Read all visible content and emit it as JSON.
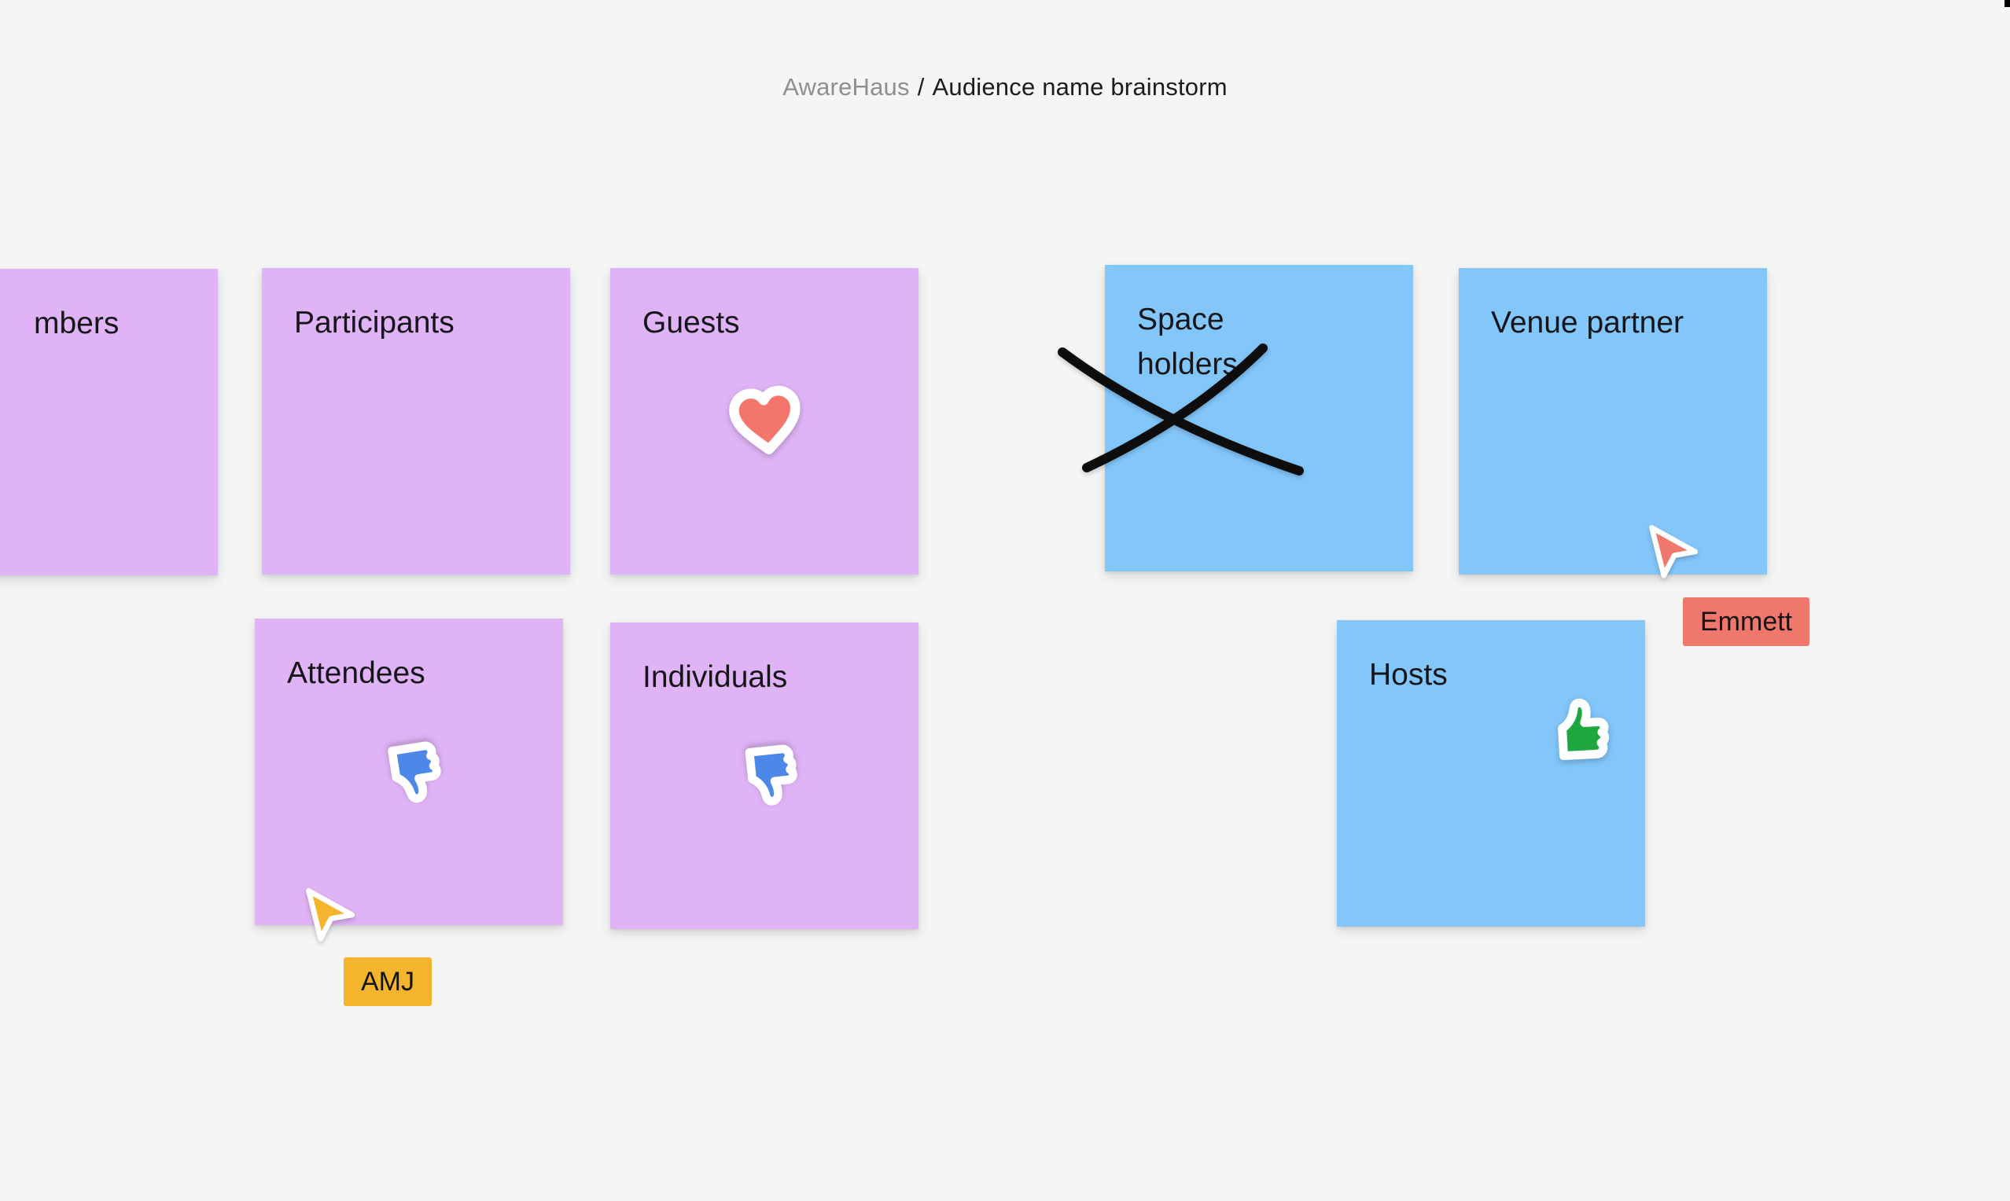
{
  "breadcrumb": {
    "project": "AwareHaus",
    "separator": "/",
    "page": "Audience name brainstorm"
  },
  "notes": {
    "members": {
      "label": "mbers",
      "color_name": "purple"
    },
    "participants": {
      "label": "Participants",
      "color_name": "purple"
    },
    "guests": {
      "label": "Guests",
      "color_name": "purple",
      "sticker": "heart"
    },
    "space_holders": {
      "label": "Space holders",
      "color_name": "blue",
      "crossed_out": true
    },
    "venue_partner": {
      "label": "Venue partner",
      "color_name": "blue"
    },
    "attendees": {
      "label": "Attendees",
      "color_name": "purple",
      "sticker": "thumbs-down"
    },
    "individuals": {
      "label": "Individuals",
      "color_name": "purple",
      "sticker": "thumbs-down"
    },
    "hosts": {
      "label": "Hosts",
      "color_name": "blue",
      "sticker": "thumbs-up"
    }
  },
  "cursors": {
    "emmett": {
      "name": "Emmett"
    },
    "amj": {
      "name": "AMJ"
    }
  },
  "colors": {
    "background": "#F5F5F4",
    "note_purple": "#DFB3F6",
    "note_blue": "#82C6FA",
    "cursor_salmon": "#F0776C",
    "cursor_gold": "#F5B42D",
    "sticker_heart": "#F4766B",
    "sticker_thumb_blue": "#4D87E8",
    "sticker_thumb_green": "#1EA63F",
    "ink": "#0D0D0D",
    "breadcrumb_muted": "#8E8E93",
    "breadcrumb_text": "#1C1C1E"
  }
}
